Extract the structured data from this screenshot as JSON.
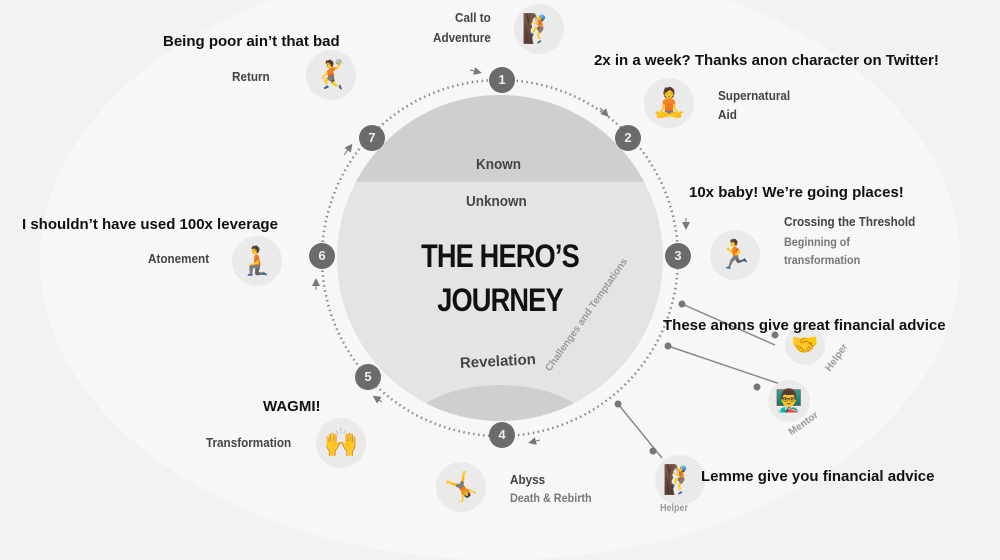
{
  "title": {
    "line1": "THE HERO’S",
    "line2": "JOURNEY"
  },
  "zones": {
    "known": "Known",
    "unknown": "Unknown",
    "revelation": "Revelation",
    "challenges": "Challenges and Temptations"
  },
  "stages": [
    {
      "num": "1",
      "label": "Call to",
      "label2": "Adventure",
      "caption": ""
    },
    {
      "num": "2",
      "label": "Supernatural",
      "label2": "Aid",
      "caption": "2x in a week? Thanks anon character on Twitter!"
    },
    {
      "num": "3",
      "label": "Crossing the Threshold",
      "sub": "Beginning of",
      "sub2": "transformation",
      "caption": "10x baby! We’re going places!"
    },
    {
      "num": "4",
      "label": "Abyss",
      "sub": "Death & Rebirth",
      "caption": ""
    },
    {
      "num": "5",
      "label": "Transformation",
      "caption": "WAGMI!"
    },
    {
      "num": "6",
      "label": "Atonement",
      "caption": "I shouldn’t have used 100x leverage"
    },
    {
      "num": "7",
      "label": "Return",
      "caption": "Being poor ain’t that bad"
    }
  ],
  "helpers": {
    "helper": "Helper",
    "mentor": "Mentor",
    "helper2": "Helper",
    "caption1": "These anons give great financial advice",
    "caption2": "Lemme give you financial advice"
  }
}
